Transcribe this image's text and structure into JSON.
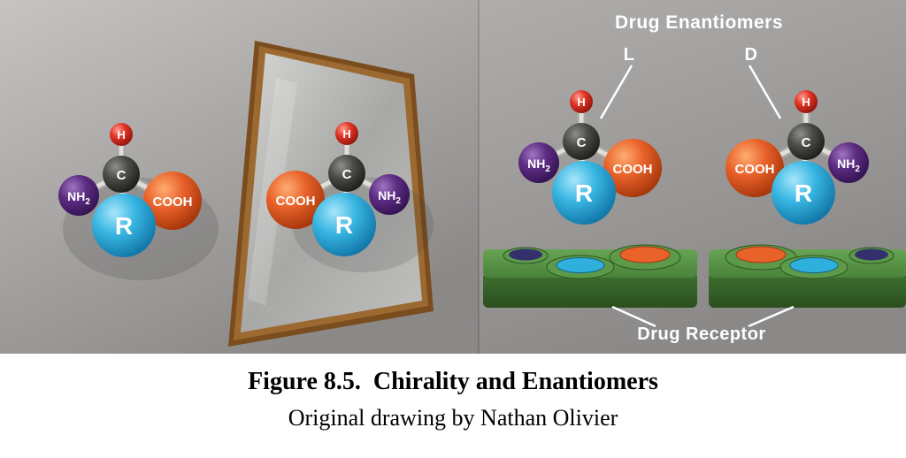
{
  "caption": {
    "title": "Figure 8.5.  Chirality and Enantiomers",
    "credit": "Original drawing by Nathan Olivier"
  },
  "annotations": {
    "drug_enantiomers": "Drug Enantiomers",
    "l_isomer": "L",
    "d_isomer": "D",
    "drug_receptor": "Drug Receptor"
  },
  "mol": {
    "h": "H",
    "c": "C",
    "nh": "NH",
    "nh_sub": "2",
    "cooh": "COOH",
    "r": "R"
  },
  "colors": {
    "hydrogen_red": "#d42a1e",
    "carbon_dark": "#3b3b39",
    "amine_purple": "#5d2d82",
    "cooh_orange": "#e8622a",
    "r_group_cyan": "#35b4e0",
    "receptor_green": "#4f8f3f",
    "mirror_frame_brown": "#8a5a28",
    "background_gray": "#a5a3a1",
    "annotation_text": "#ffffff"
  }
}
